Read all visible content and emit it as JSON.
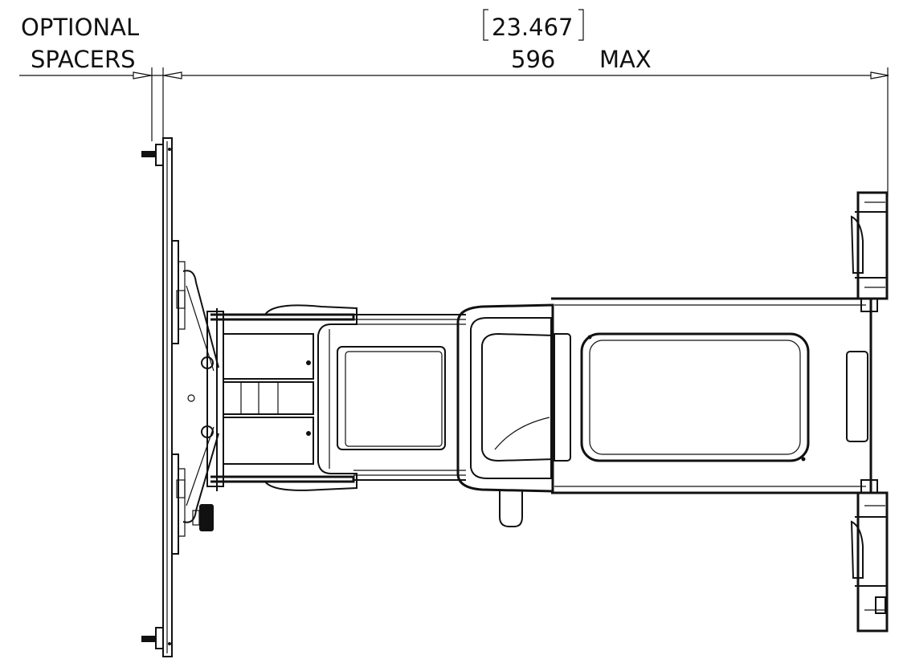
{
  "labels": {
    "spacer_line1": "OPTIONAL",
    "spacer_line2": "SPACERS",
    "dimension_inches": "23.467",
    "dimension_mm": "596",
    "dimension_suffix": "MAX"
  }
}
